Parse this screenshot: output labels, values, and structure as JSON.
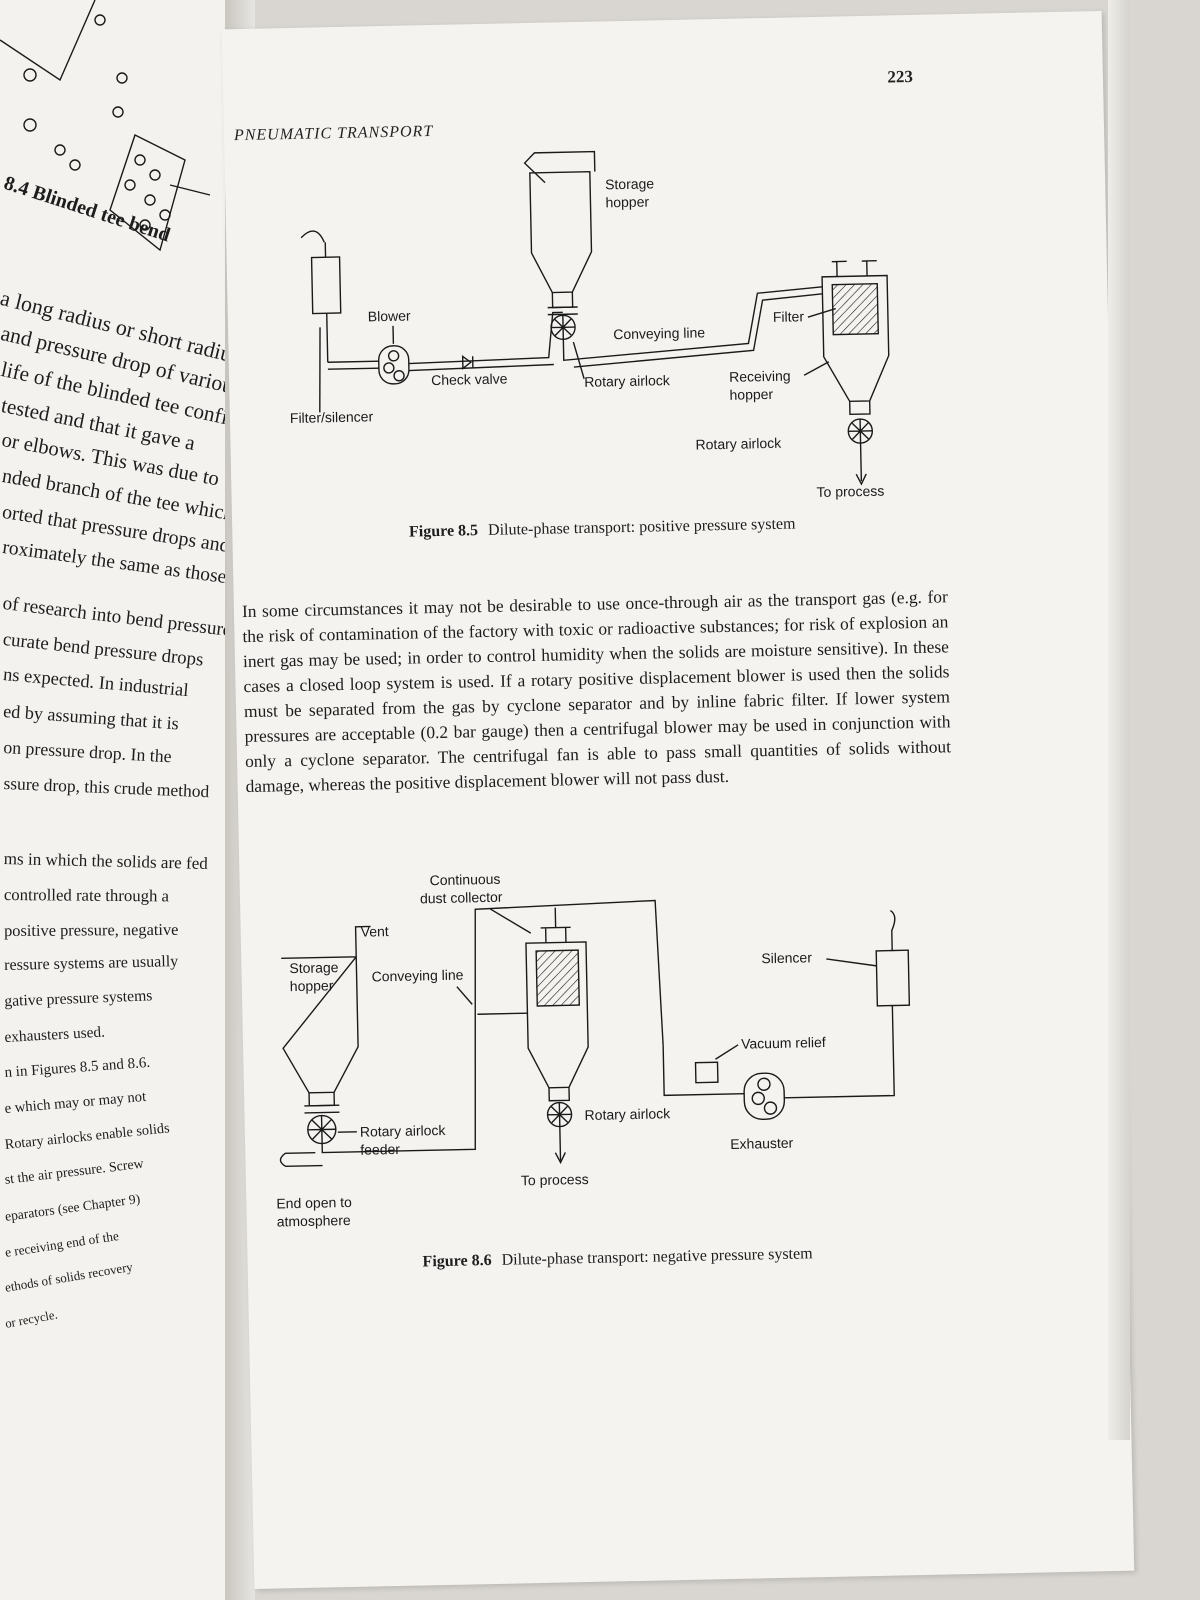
{
  "left_page": {
    "section_heading": "8.4  Blinded tee bend",
    "lines": [
      "a long radius or short radius",
      "and pressure drop of various",
      "life of the blinded tee config",
      "tested and that it gave a",
      "or elbows. This was due to",
      "nded branch of the tee which",
      "orted that pressure drops and",
      "roximately the same as those",
      "of research into bend pressure",
      "curate bend pressure drops",
      "ns expected. In industrial",
      "ed by assuming that it is",
      "on pressure drop. In the",
      "ssure drop, this crude method",
      "ms in which the solids are fed",
      "controlled rate through a",
      "positive pressure, negative",
      "ressure systems are usually",
      "gative pressure systems",
      "exhausters used.",
      "n in Figures 8.5 and 8.6.",
      "e which may or may not",
      "Rotary airlocks enable solids",
      "st the air pressure. Screw",
      "eparators (see Chapter 9)",
      "e receiving end of the",
      "ethods of solids recovery",
      "or recycle."
    ]
  },
  "right_page": {
    "page_number": "223",
    "running_head": "PNEUMATIC TRANSPORT",
    "figure_1": {
      "labels": {
        "storage_hopper_1": "Storage",
        "storage_hopper_2": "hopper",
        "blower": "Blower",
        "conveying_line": "Conveying line",
        "filter": "Filter",
        "check_valve": "Check valve",
        "rotary_airlock_top": "Rotary airlock",
        "receiving_hopper_1": "Receiving",
        "receiving_hopper_2": "hopper",
        "filter_silencer": "Filter/silencer",
        "rotary_airlock_bottom": "Rotary airlock",
        "to_process": "To process"
      },
      "caption_number": "Figure 8.5",
      "caption_text": "Dilute-phase transport: positive pressure system"
    },
    "paragraph": "In some circumstances it may not be desirable to use once-through air as the transport gas (e.g. for the risk of contamination of the factory with toxic or radioactive substances; for risk of explosion an inert gas may be used; in order to control humidity when the solids are moisture sensitive). In these cases a closed loop system is used. If a rotary positive displacement blower is used then the solids must be separated from the gas by cyclone separator and by inline fabric filter. If lower system pressures are acceptable (0.2 bar gauge) then a centrifugal blower may be used in conjunction with only a cyclone separator. The centrifugal fan is able to pass small quantities of solids without damage, whereas the positive displacement blower will not pass dust.",
    "figure_2": {
      "labels": {
        "dust_collector_1": "Continuous",
        "dust_collector_2": "dust collector",
        "vent": "Vent",
        "storage_hopper_1": "Storage",
        "storage_hopper_2": "hopper",
        "conveying_line": "Conveying line",
        "silencer": "Silencer",
        "vacuum_relief": "Vacuum relief",
        "rotary_airlock_feeder_1": "Rotary airlock",
        "rotary_airlock_feeder_2": "feeder",
        "rotary_airlock": "Rotary airlock",
        "exhauster": "Exhauster",
        "to_process": "To process",
        "end_open_1": "End open to",
        "end_open_2": "atmosphere"
      },
      "caption_number": "Figure 8.6",
      "caption_text": "Dilute-phase transport: negative pressure system"
    }
  }
}
